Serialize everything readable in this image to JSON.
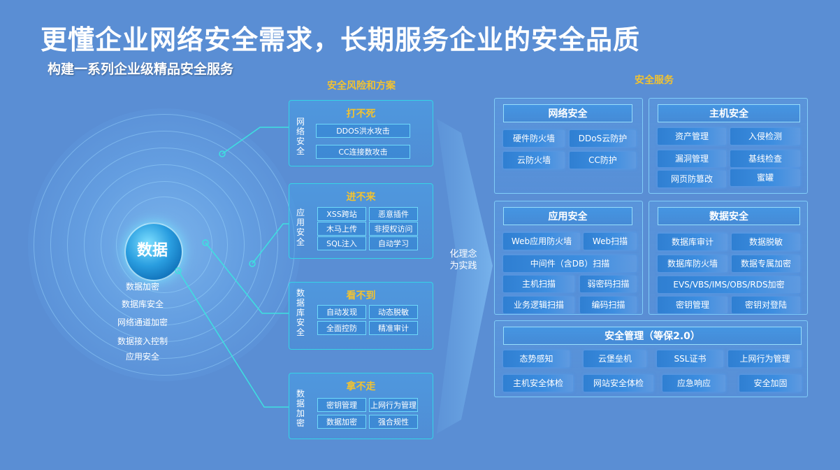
{
  "title": "更懂企业网络安全需求，长期服务企业的安全品质",
  "subtitle": "构建一系列企业级精品安全服务",
  "risk_section_title": "安全风险和方案",
  "service_section_title": "安全服务",
  "core": {
    "label": "数据",
    "items": [
      "数据加密",
      "数据库安全",
      "网络通道加密",
      "数据接入控制",
      "应用安全"
    ]
  },
  "risks": [
    {
      "side": [
        "网",
        "络",
        "安",
        "全"
      ],
      "head": "打不死",
      "chips": [
        "DDOS洪水攻击",
        "CC连接数攻击"
      ]
    },
    {
      "side": [
        "应",
        "用",
        "安",
        "全"
      ],
      "head": "进不来",
      "chips": [
        "XSS跨站",
        "恶意插件",
        "木马上传",
        "非授权访问",
        "SQL注入",
        "自动学习"
      ]
    },
    {
      "side": [
        "数",
        "据",
        "库",
        "安",
        "全"
      ],
      "head": "看不到",
      "chips": [
        "自动发现",
        "动态脱敏",
        "全面控防",
        "精准审计"
      ]
    },
    {
      "side": [
        "数",
        "据",
        "加",
        "密"
      ],
      "head": "拿不走",
      "chips": [
        "密钥管理",
        "上网行为管理",
        "数据加密",
        "强合规性"
      ]
    }
  ],
  "arrow_text": [
    "化理念",
    "为实践"
  ],
  "panels": {
    "network": {
      "title": "网络安全",
      "items": [
        "硬件防火墙",
        "DDoS云防护",
        "云防火墙",
        "CC防护"
      ]
    },
    "host": {
      "title": "主机安全",
      "items": [
        "资产管理",
        "入侵检测",
        "漏洞管理",
        "基线检查",
        "网页防篡改",
        "蜜罐"
      ]
    },
    "app": {
      "title": "应用安全",
      "items": [
        "Web应用防火墙",
        "Web扫描",
        "中间件（含DB）扫描",
        "主机扫描",
        "弱密码扫描",
        "业务逻辑扫描",
        "编码扫描"
      ]
    },
    "data": {
      "title": "数据安全",
      "items": [
        "数据库审计",
        "数据脱敏",
        "数据库防火墙",
        "数据专属加密",
        "EVS/VBS/IMS/OBS/RDS加密",
        "密钥管理",
        "密钥对登陆"
      ]
    },
    "mgmt": {
      "title": "安全管理（等保2.0）",
      "items": [
        "态势感知",
        "云堡垒机",
        "SSL证书",
        "上网行为管理",
        "主机安全体检",
        "网站安全体检",
        "应急响应",
        "安全加固"
      ]
    }
  },
  "colors": {
    "background": "#5a8ed4",
    "accent_yellow": "#f2c230",
    "accent_cyan": "#35d4e6"
  }
}
